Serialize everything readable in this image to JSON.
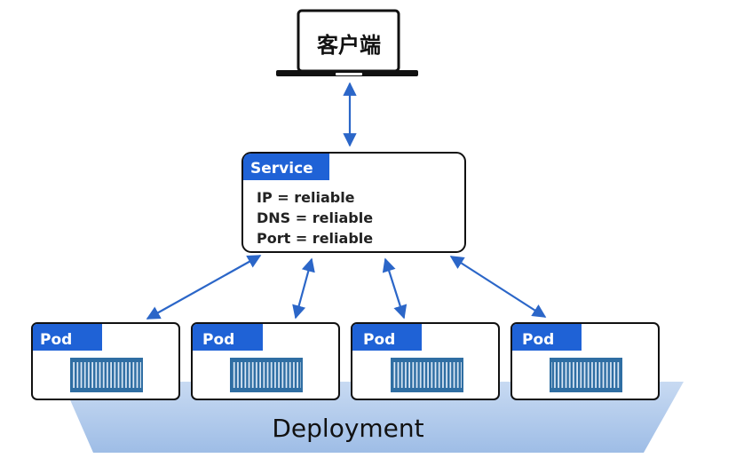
{
  "client": {
    "label": "客户端"
  },
  "service": {
    "title": "Service",
    "lines": [
      "IP = reliable",
      "DNS = reliable",
      "Port = reliable"
    ]
  },
  "pods": [
    {
      "label": "Pod"
    },
    {
      "label": "Pod"
    },
    {
      "label": "Pod"
    },
    {
      "label": "Pod"
    }
  ],
  "deployment": {
    "label": "Deployment"
  },
  "colors": {
    "accent": "#1f62d6",
    "arrow": "#2b66c8",
    "container": "#2f6ea3",
    "deployment_fill": "#a9c6ea",
    "outline": "#111111"
  }
}
